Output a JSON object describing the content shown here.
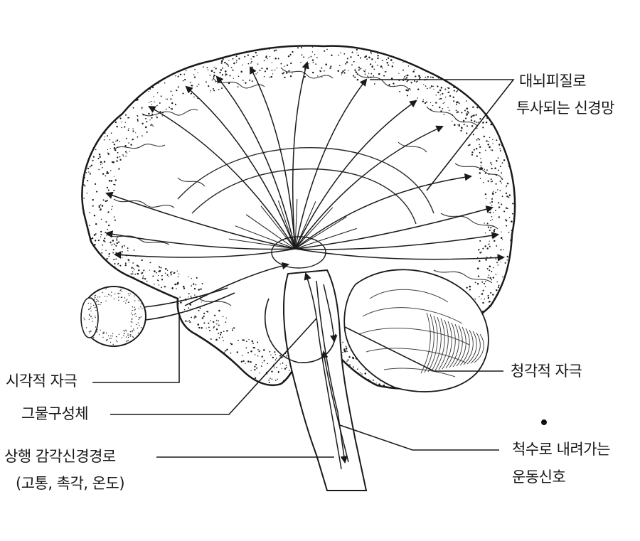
{
  "labels": {
    "cortex_line1": "대뇌피질로",
    "cortex_line2": "투사되는 신경망",
    "visual": "시각적 자극",
    "reticular": "그물구성체",
    "ascending_line1": "상행 감각신경경로",
    "ascending_line2": "(고통, 촉각, 온도)",
    "auditory": "청각적 자극",
    "motor_line1": "척수로 내려가는",
    "motor_line2": "운동신호"
  },
  "colors": {
    "ink": "#1a1a1a",
    "background": "#ffffff"
  }
}
